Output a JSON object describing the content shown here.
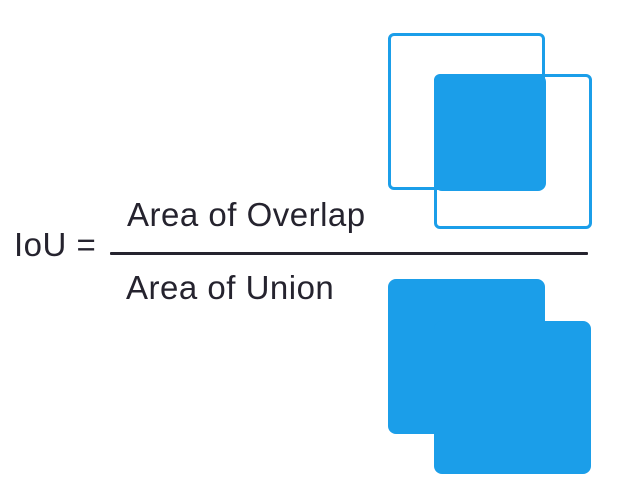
{
  "formula": {
    "lhs": "IoU =",
    "numerator": "Area of Overlap",
    "denominator": "Area of Union"
  },
  "colors": {
    "accent_blue": "#1B9EE9",
    "ink": "#25232E",
    "background": "#FFFFFF"
  }
}
